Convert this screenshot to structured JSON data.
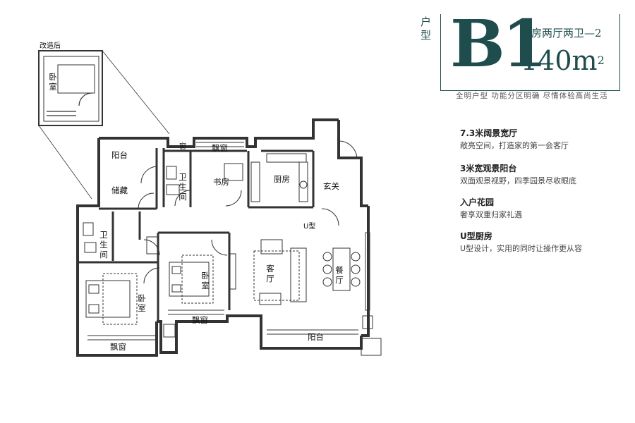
{
  "header": {
    "type_label": "户型",
    "code": "B1",
    "layout": "四房两厅两卫—2",
    "area": "140m",
    "area_sup": "2",
    "slogan": "全明户型  功能分区明确  尽情体验高尚生活"
  },
  "features": [
    {
      "title": "7.3米阔景宽厅",
      "desc": "敞亮空间，打造家的第一会客厅"
    },
    {
      "title": "3米宽观景阳台",
      "desc": "双面观景视野，四季园景尽收眼底"
    },
    {
      "title": "入户花园",
      "desc": "奢享双重归家礼遇"
    },
    {
      "title": "U型厨房",
      "desc": "U型设计，实用的同时让操作更从容"
    }
  ],
  "inset": {
    "caption": "改造后",
    "room": "卧室"
  },
  "rooms": {
    "balcony_top": "阳台",
    "storage": "储藏",
    "bay_window_small": "窗",
    "bay_window_top": "飘窗",
    "bathroom_top": "卫生间",
    "study": "书房",
    "kitchen": "厨房",
    "entrance": "玄关",
    "u_type": "U型",
    "bathroom_left": "卫生间",
    "bedroom_mid": "卧室",
    "bedroom_left": "卧室",
    "bay_window_mid": "飘窗",
    "bay_window_left": "飘窗",
    "living": "客厅",
    "dining": "餐厅",
    "balcony_bottom": "阳台"
  },
  "colors": {
    "brand": "#1f4d4d",
    "wall": "#333333"
  }
}
